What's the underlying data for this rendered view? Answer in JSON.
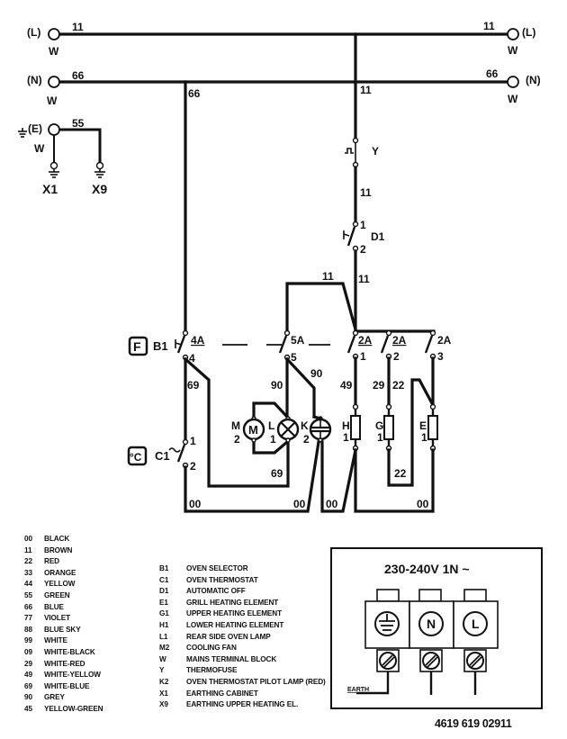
{
  "diagram": {
    "mains_left": [
      {
        "name": "L",
        "label": "(L)",
        "wire": "11",
        "block": "W"
      },
      {
        "name": "N",
        "label": "(N)",
        "wire": "66",
        "block": "W"
      },
      {
        "name": "E",
        "label": "(E)",
        "wire": "55",
        "block": "W"
      }
    ],
    "mains_right": [
      {
        "name": "L",
        "label": "(L)",
        "wire": "11",
        "block": "W"
      },
      {
        "name": "N",
        "label": "(N)",
        "wire": "66",
        "block": "W"
      }
    ],
    "earth_points": [
      "X1",
      "X9"
    ],
    "wire_labels": {
      "neutral_drop": "66",
      "live_drop": "11",
      "after_fuse": "11",
      "after_d1": "11",
      "loop_top": "11",
      "b1_to_c1": "69",
      "lamp_feed": "90",
      "pilot_feed": "90",
      "lamp_return": "69",
      "h_feed": "49",
      "g_feed": "29",
      "g_to_e": "22",
      "g_return": "22",
      "n_bus_1": "00",
      "n_bus_2": "00",
      "n_bus_3": "00",
      "n_bus_4": "00"
    },
    "components": {
      "fuse": {
        "id": "Y"
      },
      "auto_off": {
        "id": "D1",
        "pin_in": "1",
        "pin_out": "2"
      },
      "selector": {
        "id": "B1",
        "symbol": "F",
        "contacts": [
          {
            "rating": "4A",
            "pin": "4"
          },
          {
            "rating": "5A",
            "pin": "5"
          },
          {
            "rating": "2A",
            "pin": "1"
          },
          {
            "rating": "2A",
            "pin": "2"
          },
          {
            "rating": "2A",
            "pin": "3"
          }
        ]
      },
      "thermostat": {
        "id": "C1",
        "symbol": "°C",
        "pin_in": "1",
        "pin_out": "2"
      },
      "fan": {
        "letter": "M",
        "index": "2",
        "glyph": "M"
      },
      "lamp": {
        "letter": "L",
        "index": "1"
      },
      "pilot": {
        "letter": "K",
        "index": "2"
      },
      "lower_element": {
        "letter": "H",
        "index": "1"
      },
      "upper_element": {
        "letter": "G",
        "index": "1"
      },
      "grill_element": {
        "letter": "E",
        "index": "1"
      }
    }
  },
  "color_legend": [
    {
      "code": "00",
      "name": "BLACK"
    },
    {
      "code": "11",
      "name": "BROWN"
    },
    {
      "code": "22",
      "name": "RED"
    },
    {
      "code": "33",
      "name": "ORANGE"
    },
    {
      "code": "44",
      "name": "YELLOW"
    },
    {
      "code": "55",
      "name": "GREEN"
    },
    {
      "code": "66",
      "name": "BLUE"
    },
    {
      "code": "77",
      "name": "VIOLET"
    },
    {
      "code": "88",
      "name": "BLUE SKY"
    },
    {
      "code": "99",
      "name": "WHITE"
    },
    {
      "code": "09",
      "name": "WHITE-BLACK"
    },
    {
      "code": "29",
      "name": "WHITE-RED"
    },
    {
      "code": "49",
      "name": "WHITE-YELLOW"
    },
    {
      "code": "69",
      "name": "WHITE-BLUE"
    },
    {
      "code": "90",
      "name": "GREY"
    },
    {
      "code": "45",
      "name": "YELLOW-GREEN"
    }
  ],
  "component_legend": [
    {
      "code": "B1",
      "name": "OVEN SELECTOR"
    },
    {
      "code": "C1",
      "name": "OVEN THERMOSTAT"
    },
    {
      "code": "D1",
      "name": "AUTOMATIC OFF"
    },
    {
      "code": "E1",
      "name": "GRILL HEATING ELEMENT"
    },
    {
      "code": "G1",
      "name": "UPPER HEATING ELEMENT"
    },
    {
      "code": "H1",
      "name": "LOWER HEATING ELEMENT"
    },
    {
      "code": "L1",
      "name": "REAR SIDE OVEN LAMP"
    },
    {
      "code": "M2",
      "name": "COOLING FAN"
    },
    {
      "code": "W",
      "name": "MAINS TERMINAL BLOCK"
    },
    {
      "code": "Y",
      "name": "THERMOFUSE"
    },
    {
      "code": "K2",
      "name": "OVEN THERMOSTAT PILOT LAMP (RED)"
    },
    {
      "code": "X1",
      "name": "EARTHING CABINET"
    },
    {
      "code": "X9",
      "name": "EARTHING UPPER HEATING EL."
    }
  ],
  "terminal_block": {
    "voltage": "230-240V  1N ~",
    "terminals": [
      "earth",
      "N",
      "L"
    ],
    "earth_label": "EARTH"
  },
  "part_number": "4619 619 02911"
}
